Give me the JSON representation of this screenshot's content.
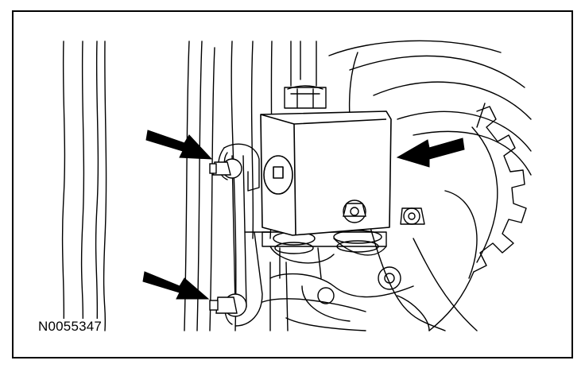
{
  "figure": {
    "reference_code": "N0055347",
    "callout_arrows": [
      {
        "target": "upper-link-nut"
      },
      {
        "target": "sensor-housing"
      },
      {
        "target": "lower-link-nut"
      }
    ],
    "colors": {
      "line": "#000000",
      "background": "#ffffff"
    }
  }
}
